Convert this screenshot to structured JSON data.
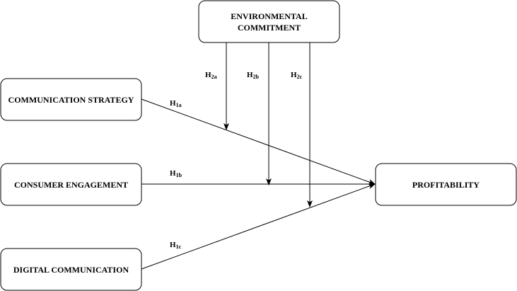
{
  "nodes": {
    "environmental_commitment": {
      "line1": "ENVIRONMENTAL",
      "line2": "COMMITMENT"
    },
    "communication_strategy": {
      "label": "COMMUNICATION STRATEGY"
    },
    "consumer_engagement": {
      "label": "CONSUMER ENGAGEMENT"
    },
    "digital_communication": {
      "label": "DIGITAL COMMUNICATION"
    },
    "profitability": {
      "label": "PROFITABILITY"
    }
  },
  "hypotheses": {
    "h1a": {
      "main": "H",
      "sub": "1a"
    },
    "h1b": {
      "main": "H",
      "sub": "1b"
    },
    "h1c": {
      "main": "H",
      "sub": "1c"
    },
    "h2a": {
      "main": "H",
      "sub": "2a"
    },
    "h2b": {
      "main": "H",
      "sub": "2b"
    },
    "h2c": {
      "main": "H",
      "sub": "2c"
    }
  },
  "colors": {
    "stroke": "#000000",
    "fill": "#ffffff"
  }
}
